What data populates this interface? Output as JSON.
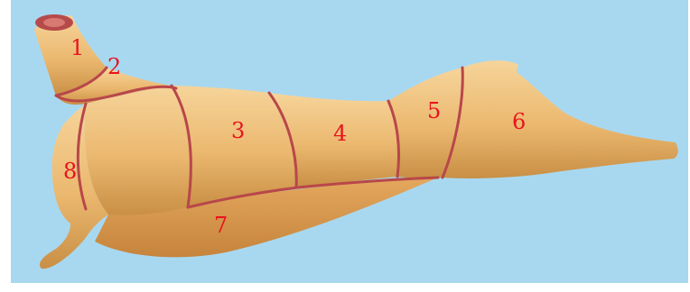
{
  "diagram": {
    "colors": {
      "background": "#a8d8f0",
      "body": "#e8b36a",
      "body_light": "#f3cc8a",
      "body_shadow": "#c98f45",
      "seam": "#b8474a",
      "label": "#e8141e"
    },
    "labels": [
      "1",
      "2",
      "3",
      "4",
      "5",
      "6",
      "7",
      "8"
    ]
  }
}
